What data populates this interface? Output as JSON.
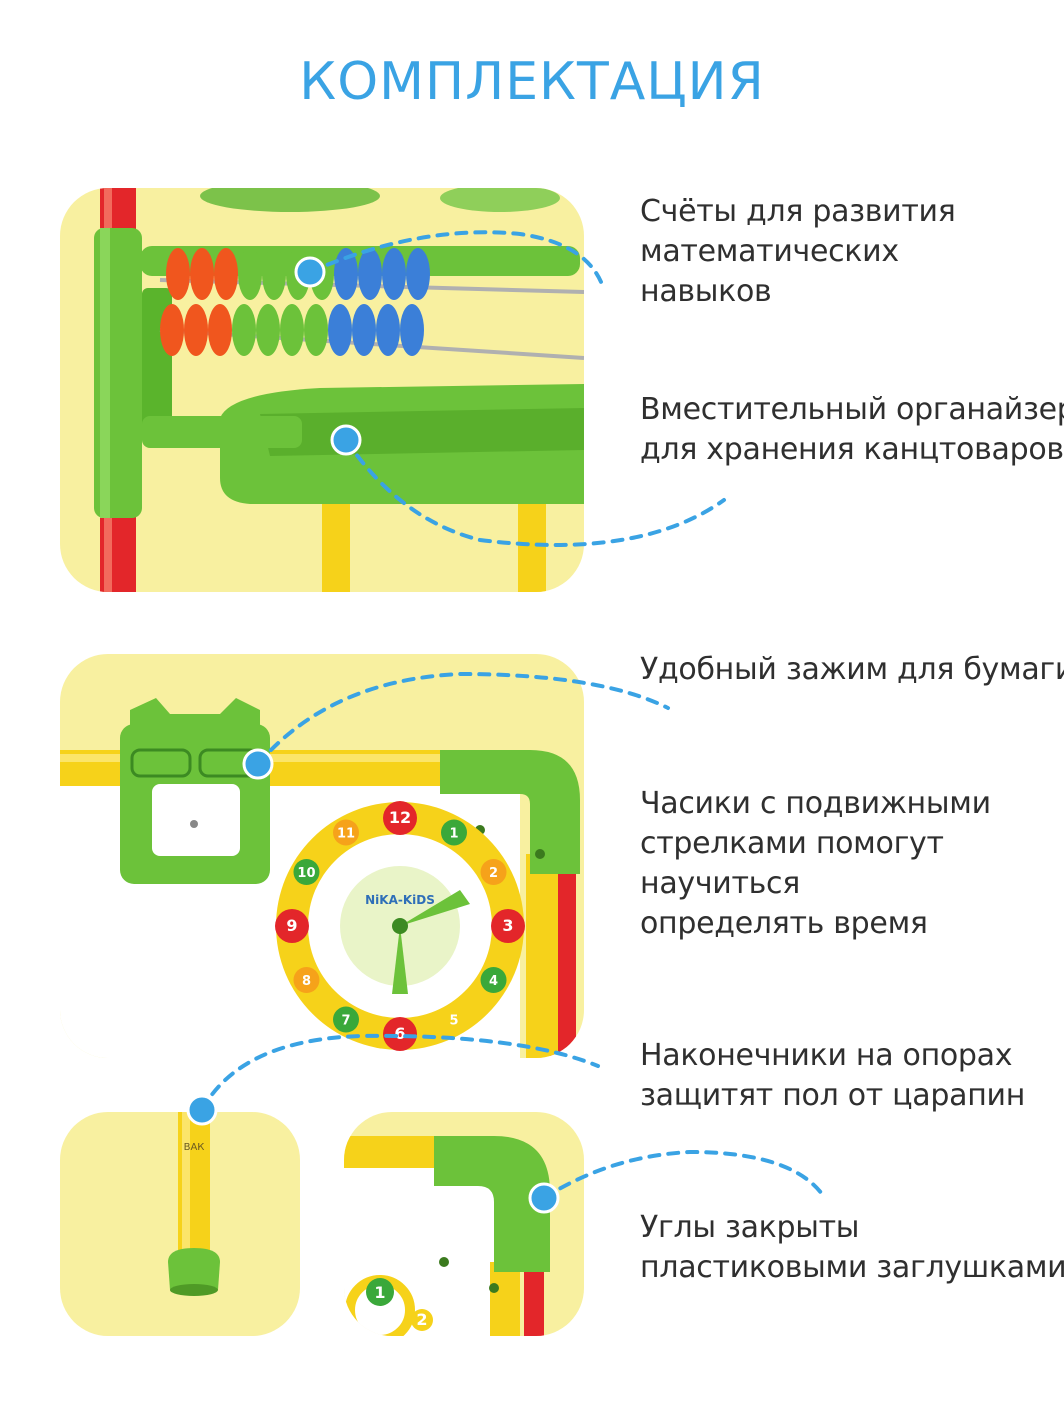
{
  "title": "КОМПЛЕКТАЦИЯ",
  "colors": {
    "accent": "#3aa3e4",
    "panel_background": "#f8f0a0",
    "plastic_green": "#6cc23a",
    "frame_red": "#e3262a",
    "tube_yellow": "#f6d21a",
    "bead_orange": "#f0561e",
    "bead_blue": "#3b7fd8",
    "caption_text": "#2f2f2f"
  },
  "features": [
    {
      "id": "abacus",
      "lines": [
        "Счёты для развития",
        "математических",
        "навыков"
      ]
    },
    {
      "id": "organizer",
      "lines": [
        "Вместительный органайзер",
        "для хранения канцтоваров"
      ]
    },
    {
      "id": "paper-clip",
      "lines": [
        "Удобный зажим для бумаги"
      ]
    },
    {
      "id": "clock",
      "lines": [
        "Часики с подвижными",
        "стрелками помогут",
        "научиться",
        "определять время"
      ]
    },
    {
      "id": "leg-tips",
      "lines": [
        "Наконечники на опорах",
        "защитят пол от царапин"
      ]
    },
    {
      "id": "corner-caps",
      "lines": [
        "Углы закрыты",
        "пластиковыми заглушками"
      ]
    }
  ],
  "product_print": {
    "brand": "NiKA-KiDS",
    "clock_numbers": [
      "12",
      "1",
      "2",
      "3",
      "4",
      "5",
      "6",
      "7",
      "8",
      "9",
      "10",
      "11"
    ],
    "corner_clock_numbers": [
      "1",
      "2"
    ],
    "leg_sticker": "ВАК"
  }
}
